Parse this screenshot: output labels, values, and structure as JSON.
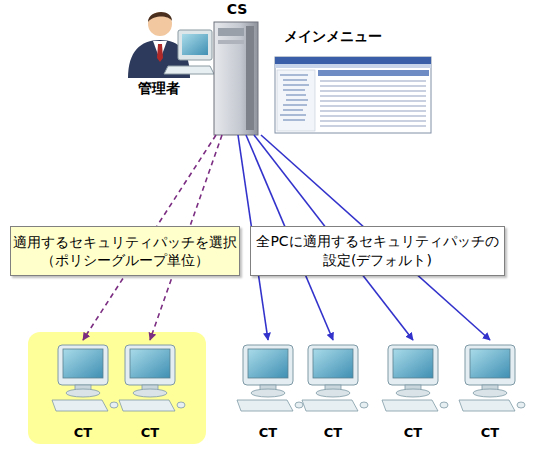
{
  "diagram": {
    "nodes": [
      {
        "text": [
          "CS"
        ]
      },
      {
        "text": [
          "適用するセキュリティパッチを選択 （ポリシーグループ単位）"
        ]
      },
      {
        "text": [
          "全PCに適用するセキュリティパッチの 設定(デフォルト)"
        ]
      },
      {
        "text": [
          "CT"
        ]
      },
      {
        "text": [
          "CT"
        ]
      },
      {
        "text": [
          "CT"
        ]
      },
      {
        "text": [
          "CT"
        ]
      },
      {
        "text": [
          "CT"
        ]
      },
      {
        "text": [
          "CT"
        ]
      }
    ],
    "edges": [
      {
        "from": 0,
        "to": 3,
        "arrow": "to"
      },
      {
        "from": 0,
        "to": 4,
        "arrow": "to"
      },
      {
        "from": 0,
        "to": 5,
        "arrow": "to"
      },
      {
        "from": 0,
        "to": 6,
        "arrow": "to"
      },
      {
        "from": 0,
        "to": 7,
        "arrow": "to"
      },
      {
        "from": 0,
        "to": 8,
        "arrow": "to"
      }
    ],
    "labels": [
      "管理者",
      "メインメニュー"
    ]
  }
}
